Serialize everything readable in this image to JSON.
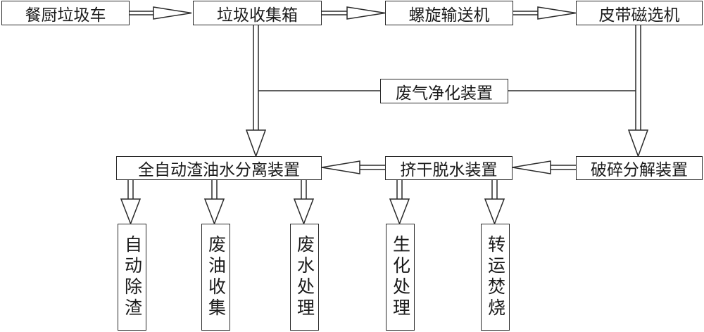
{
  "diagram": {
    "nodes": {
      "kitchen_truck": "餐厨垃圾车",
      "collection_box": "垃圾收集箱",
      "screw_conveyor": "螺旋输送机",
      "belt_magnetic": "皮带磁选机",
      "exhaust_purify": "废气净化装置",
      "auto_separator": "全自动渣油水分离装置",
      "squeeze_dewater": "挤干脱水装置",
      "crusher": "破碎分解装置",
      "auto_slag": "自动除渣",
      "waste_oil": "废油收集",
      "waste_water": "废水处理",
      "bio_treat": "生化处理",
      "transfer_burn": "转运焚烧"
    }
  }
}
